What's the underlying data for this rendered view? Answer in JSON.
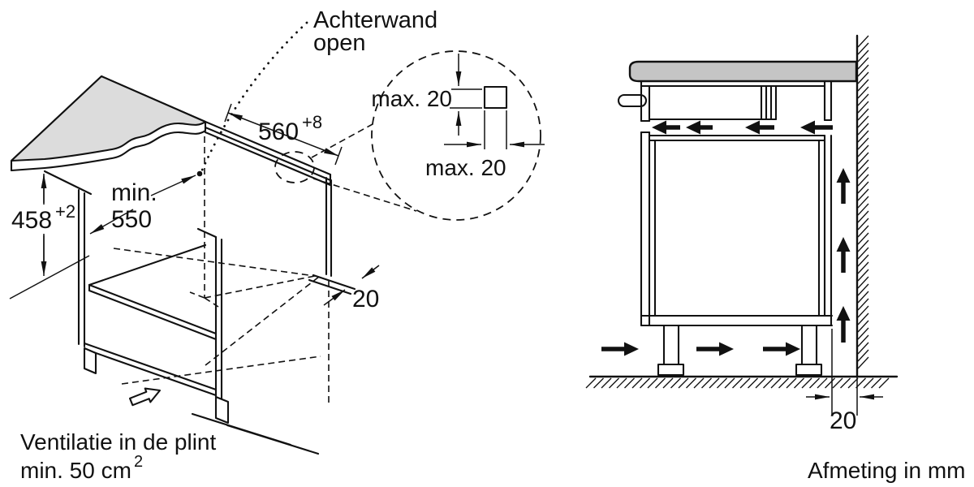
{
  "diagram": {
    "kind": "built-in oven installation drawing",
    "language": "Dutch"
  },
  "cabinet_view": {
    "back_wall_callout_line1": "Achterwand",
    "back_wall_callout_line2": "open",
    "niche_width_value": "560",
    "niche_width_tolerance": "+8",
    "niche_height_value": "458",
    "niche_height_tolerance": "+2",
    "niche_depth_line1": "min.",
    "niche_depth_line2": "550",
    "rear_gap": "20",
    "ventilation_note_line1": "Ventilatie in de plint",
    "ventilation_note_line2": "min. 50 cm",
    "ventilation_note_sup": "2"
  },
  "detail_view": {
    "strip_height_max": "max. 20",
    "strip_depth_max": "max. 20"
  },
  "side_view": {
    "wall_gap": "20",
    "caption": "Afmeting in mm"
  },
  "colors": {
    "line": "#111111",
    "worktop_left": "#dcdcdc",
    "worktop_right": "#c5c5c5",
    "background": "#ffffff"
  }
}
